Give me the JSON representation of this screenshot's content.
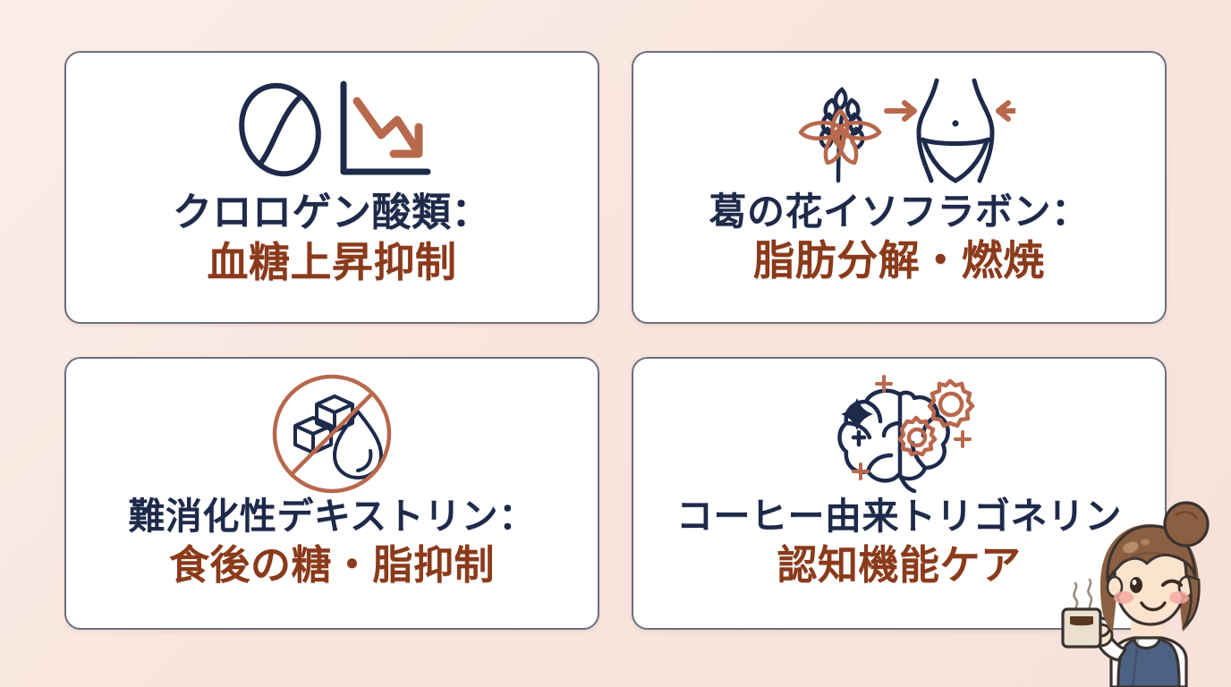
{
  "theme": {
    "background_color": "#f8e5dd",
    "card_background": "#ffffff",
    "card_border_color": "#6b6f80",
    "navy": "#1e2a4a",
    "rust": "#8b3a1a",
    "terracotta": "#b8684c"
  },
  "cards": [
    {
      "id": "chlorogenic-acid",
      "icon_name": "coffee-bean-declining-chart-icon",
      "title": "クロロゲン酸類：",
      "subtitle": "血糖上昇抑制"
    },
    {
      "id": "kudzu-flower-isoflavone",
      "icon_name": "flower-wheat-slim-waist-icon",
      "title": "葛の花イソフラボン：",
      "subtitle": "脂肪分解・燃焼"
    },
    {
      "id": "indigestible-dextrin",
      "icon_name": "no-sugar-no-fat-icon",
      "title": "難消化性デキストリン：",
      "subtitle": "食後の糖・脂抑制"
    },
    {
      "id": "coffee-trigonelline",
      "icon_name": "brain-gears-sparkle-icon",
      "title": "コーヒー由来トリゴネリン",
      "subtitle": "認知機能ケア"
    }
  ],
  "mascot": {
    "name": "woman-with-coffee-mug-illustration",
    "hair_color": "#8a5f42",
    "skin_color": "#fbe3cd",
    "apron_color": "#4b6283",
    "mug_color": "#ebdfcd"
  }
}
